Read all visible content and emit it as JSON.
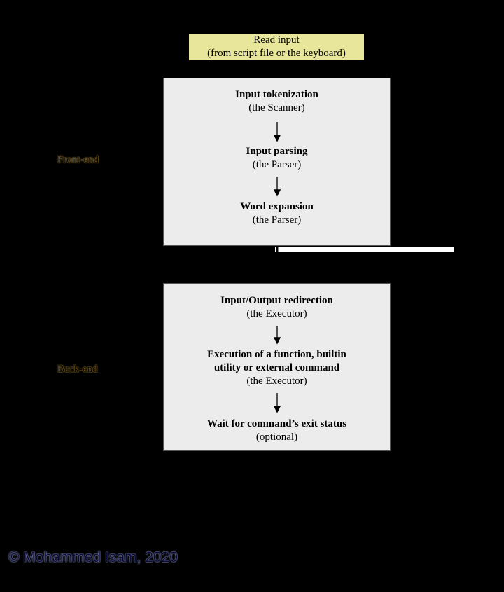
{
  "diagram": {
    "input": {
      "line1": "Read input",
      "line2": "(from script file or the keyboard)"
    },
    "front_end": {
      "label": "Front-end",
      "steps": [
        {
          "title": "Input tokenization",
          "subtitle": "(the Scanner)"
        },
        {
          "title": "Input parsing",
          "subtitle": "(the Parser)"
        },
        {
          "title": "Word expansion",
          "subtitle": "(the Parser)"
        }
      ]
    },
    "back_end": {
      "label": "Back-end",
      "steps": [
        {
          "title": "Input/Output redirection",
          "subtitle": "(the Executor)"
        },
        {
          "title": "Execution of a function, builtin",
          "title2": "utility or external command",
          "subtitle": "(the Executor)"
        },
        {
          "title": "Wait for command’s exit status",
          "subtitle": "(optional)"
        }
      ]
    },
    "copyright": "© Mohammed Isam, 2020"
  },
  "colors": {
    "background": "#000000",
    "box_fill": "#ececec",
    "box_border": "#555555",
    "loop_line": "#ffffff",
    "highlight": "#e8e69a"
  }
}
